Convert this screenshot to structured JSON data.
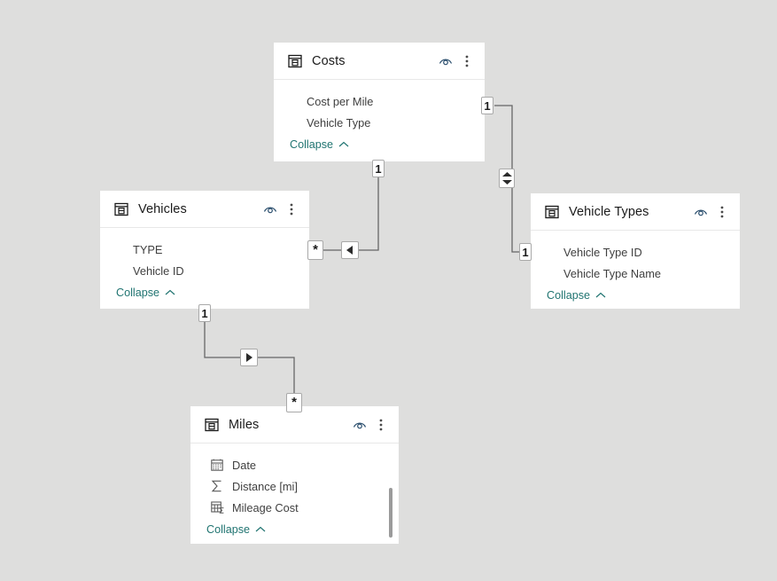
{
  "canvas": {
    "background": "#dededd",
    "card_background": "#ffffff",
    "link_color": "#207471",
    "line_color": "#666666",
    "title_color": "#1b1b1b",
    "field_color": "#3f3f3f"
  },
  "tables": [
    {
      "id": "costs",
      "name": "Costs",
      "table_icon": "table-icon",
      "eye_icon": "eye-icon",
      "menu_icon": "more-options-icon",
      "collapse_label": "Collapse",
      "collapse_icon": "chevron-up-icon",
      "has_scrollbar": false,
      "fields": [
        {
          "label": "Cost per Mile",
          "icon": "none"
        },
        {
          "label": "Vehicle Type",
          "icon": "none"
        }
      ]
    },
    {
      "id": "vehicles",
      "name": "Vehicles",
      "table_icon": "table-icon",
      "eye_icon": "eye-icon",
      "menu_icon": "more-options-icon",
      "collapse_label": "Collapse",
      "collapse_icon": "chevron-up-icon",
      "has_scrollbar": false,
      "fields": [
        {
          "label": "TYPE",
          "icon": "none"
        },
        {
          "label": "Vehicle ID",
          "icon": "none"
        }
      ]
    },
    {
      "id": "vehicle-types",
      "name": "Vehicle Types",
      "table_icon": "table-icon",
      "eye_icon": "eye-icon",
      "menu_icon": "more-options-icon",
      "collapse_label": "Collapse",
      "collapse_icon": "chevron-up-icon",
      "has_scrollbar": false,
      "fields": [
        {
          "label": "Vehicle Type ID",
          "icon": "none"
        },
        {
          "label": "Vehicle Type Name",
          "icon": "none"
        }
      ]
    },
    {
      "id": "miles",
      "name": "Miles",
      "table_icon": "table-icon",
      "eye_icon": "eye-icon",
      "menu_icon": "more-options-icon",
      "collapse_label": "Collapse",
      "collapse_icon": "chevron-up-icon",
      "has_scrollbar": true,
      "fields": [
        {
          "label": "Date",
          "icon": "calendar-icon"
        },
        {
          "label": "Distance [mi]",
          "icon": "sigma-icon"
        },
        {
          "label": "Mileage Cost",
          "icon": "calculated-column-icon"
        }
      ]
    }
  ],
  "relationships": [
    {
      "id": "costs-vehicles",
      "from": "Costs",
      "to": "Vehicles",
      "from_cardinality": "1",
      "to_cardinality": "*",
      "direction_icon": "arrow-left-icon",
      "cross_filter": "single"
    },
    {
      "id": "costs-vehicle-types",
      "from": "Costs",
      "to": "Vehicle Types",
      "from_cardinality": "1",
      "to_cardinality": "1",
      "direction_icon": "arrow-both-icon",
      "cross_filter": "both"
    },
    {
      "id": "vehicles-miles",
      "from": "Vehicles",
      "to": "Miles",
      "from_cardinality": "1",
      "to_cardinality": "*",
      "direction_icon": "arrow-right-icon",
      "cross_filter": "single"
    }
  ]
}
